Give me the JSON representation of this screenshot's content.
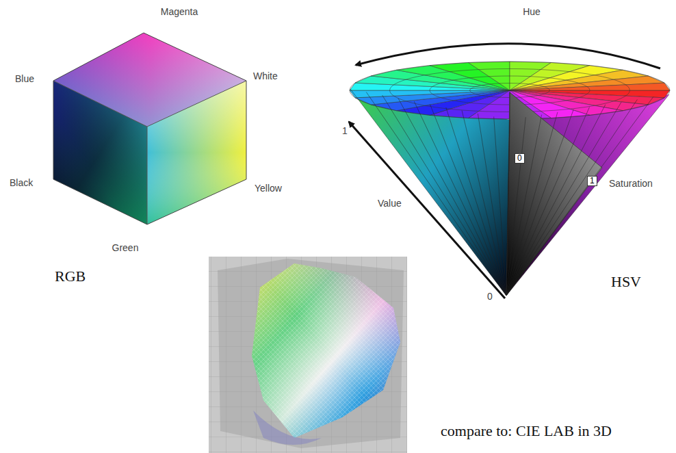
{
  "diagram": {
    "labels": [
      "Magenta",
      "Blue",
      "White",
      "Black",
      "Yellow",
      "Green",
      "RGB",
      "Hue",
      "1",
      "Value",
      "0",
      "1",
      "Saturation",
      "0",
      "HSV",
      "compare to: CIE LAB in 3D"
    ]
  }
}
